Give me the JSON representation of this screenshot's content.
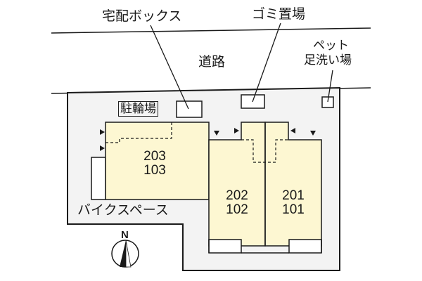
{
  "diagram": {
    "type": "site-layout-map",
    "colors": {
      "lot_fill": "#f3f3f3",
      "building_fill": "#fdf7d2",
      "outline": "#1a1a1a",
      "background": "#ffffff"
    },
    "labels": {
      "road": "道路",
      "delivery_box": "宅配ボックス",
      "garbage_area": "ゴミ置場",
      "pet_wash_line1": "ペット",
      "pet_wash_line2": "足洗い場",
      "bicycle_parking": "駐輪場",
      "bike_space": "バイクスペース",
      "north": "N"
    },
    "units": [
      {
        "upper": "203",
        "lower": "103"
      },
      {
        "upper": "202",
        "lower": "102"
      },
      {
        "upper": "201",
        "lower": "101"
      }
    ],
    "entrance_markers": [
      {
        "direction": "right",
        "near": "203-left-top"
      },
      {
        "direction": "right",
        "near": "203-left-lower"
      },
      {
        "direction": "down",
        "near": "202-top"
      },
      {
        "direction": "right",
        "near": "202-entry"
      },
      {
        "direction": "left",
        "near": "201-entry"
      },
      {
        "direction": "down",
        "near": "201-top"
      }
    ]
  }
}
